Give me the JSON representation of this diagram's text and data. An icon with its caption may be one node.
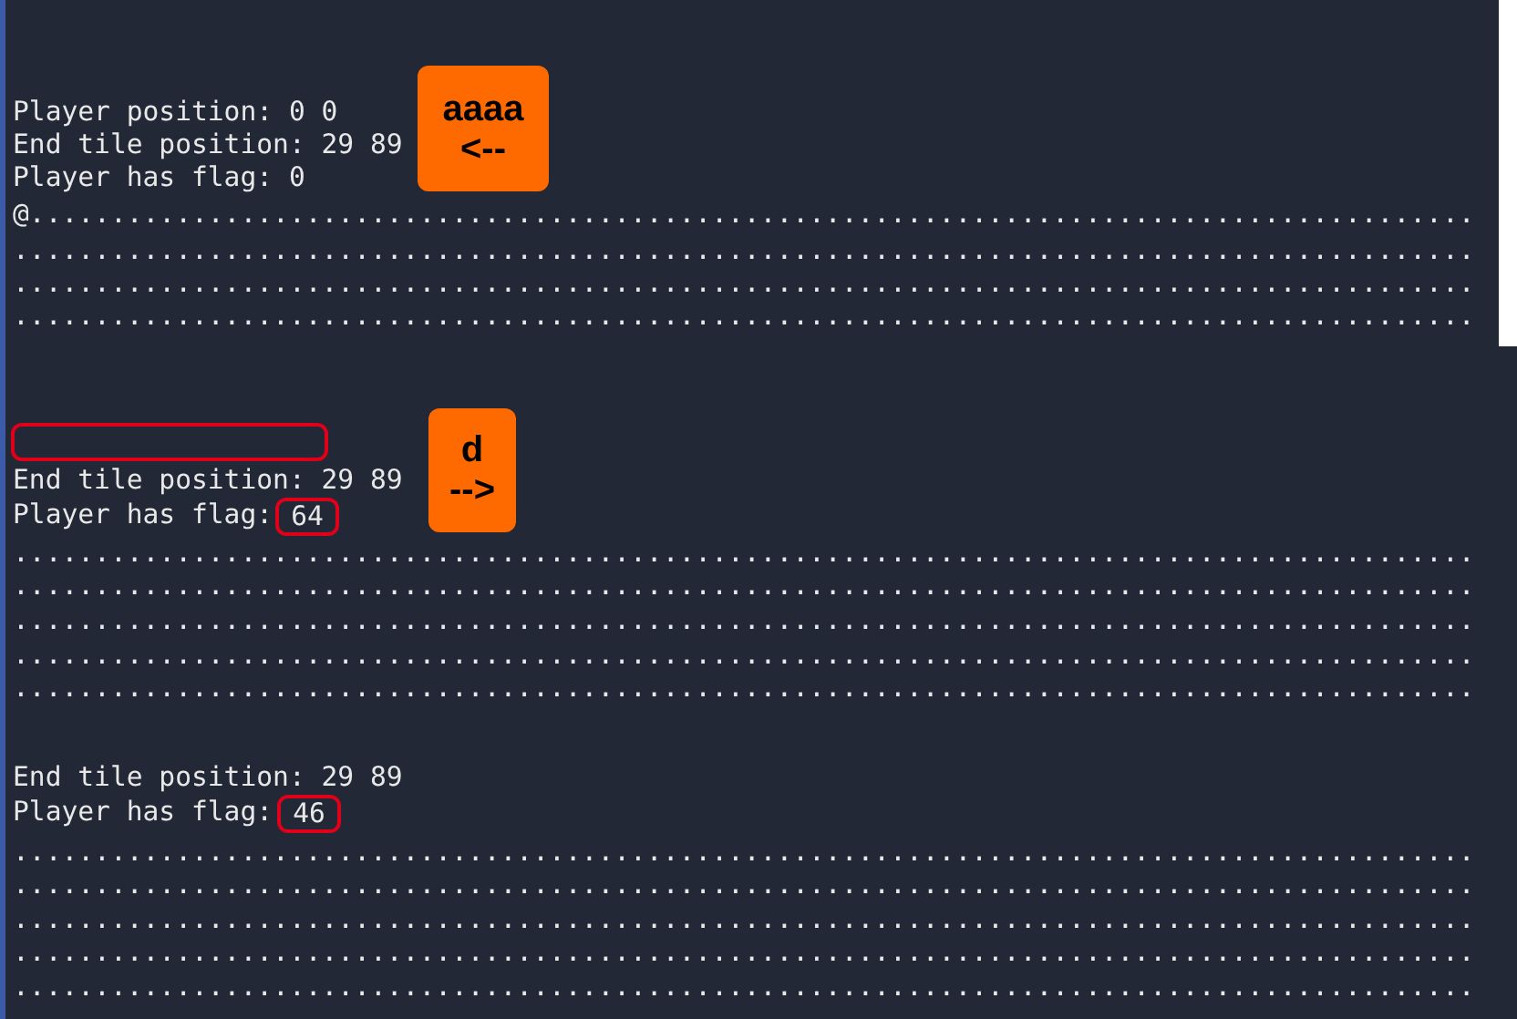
{
  "diagram": {
    "nodes": [
      {
        "text": [
          "aaaa",
          "<--"
        ]
      },
      {
        "text": [],
        "shape": "box"
      },
      {
        "text": [
          "d",
          "-->"
        ]
      },
      {
        "text": [
          "64"
        ]
      },
      {
        "text": [
          "46"
        ]
      }
    ],
    "labels": [
      "Player position: 0 0",
      "End tile position: 29 89",
      "Player has flag: 0",
      "@.........................................................................................",
      "..........................................................................................",
      "..........................................................................................",
      "..........................................................................................",
      "End tile position: 29 89",
      "Player has flag:",
      "..........................................................................................",
      "..........................................................................................",
      "..........................................................................................",
      "..........................................................................................",
      "..........................................................................................",
      "End tile position: 29 89",
      "Player has flag:",
      "..........................................................................................",
      "..........................................................................................",
      "..........................................................................................",
      "..........................................................................................",
      ".........................................................................................."
    ]
  }
}
